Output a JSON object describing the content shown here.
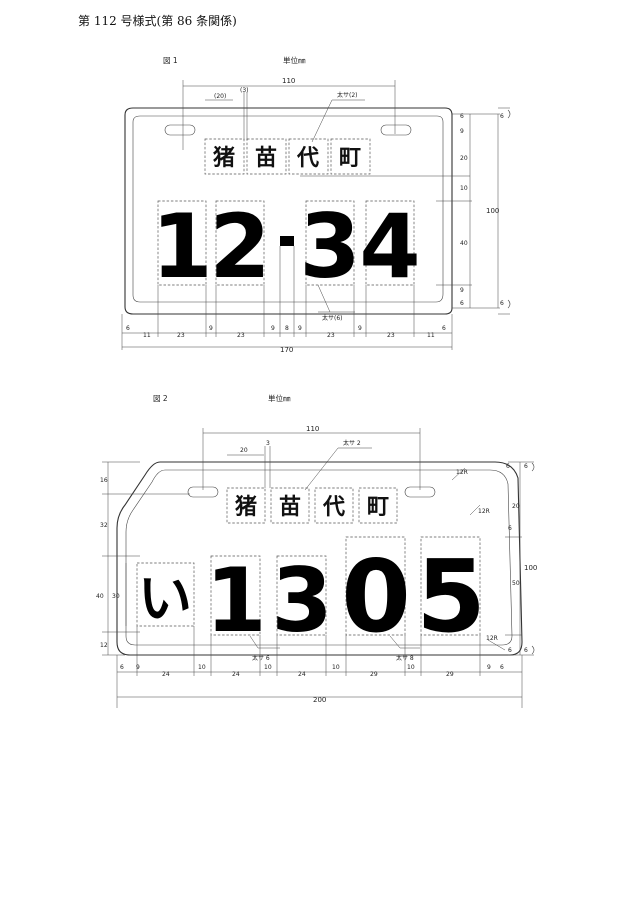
{
  "header": {
    "title": "第 112 号様式(第 86 条関係)"
  },
  "figure1": {
    "caption": "図 1",
    "unit": "単位㎜",
    "town_chars": [
      "猪",
      "苗",
      "代",
      "町"
    ],
    "number_chars": [
      "1",
      "2",
      "-",
      "3",
      "4"
    ],
    "labels": {
      "d110": "110",
      "d20": "(20)",
      "d3": "(3)",
      "stroke2": "太サ(2)",
      "stroke6": "太サ(6)",
      "right": [
        "6",
        "9",
        "6",
        "20",
        "10",
        "40",
        "9",
        "6",
        "6"
      ],
      "r100": "100",
      "bottom": [
        "6",
        "11",
        "23",
        "9",
        "23",
        "9",
        "8",
        "9",
        "23",
        "9",
        "23",
        "11",
        "6"
      ],
      "total": "170"
    }
  },
  "figure2": {
    "caption": "図 2",
    "unit": "単位㎜",
    "town_chars": [
      "猪",
      "苗",
      "代",
      "町"
    ],
    "kana": "い",
    "number_chars": [
      "1",
      "3",
      "0",
      "5"
    ],
    "labels": {
      "d110": "110",
      "d20": "20",
      "d3": "3",
      "stroke2": "太サ 2",
      "left": [
        "16",
        "32",
        "40",
        "30",
        "12"
      ],
      "right": [
        "6",
        "6",
        "20",
        "6",
        "50",
        "6",
        "6"
      ],
      "r100": "100",
      "r12a": "12R",
      "r12b": "12R",
      "r12c": "12R",
      "stroke6": "太サ 6",
      "stroke8": "太サ 8",
      "bottom": [
        "6",
        "9",
        "24",
        "10",
        "24",
        "10",
        "24",
        "10",
        "29",
        "10",
        "29",
        "9",
        "6"
      ],
      "total": "200"
    }
  }
}
